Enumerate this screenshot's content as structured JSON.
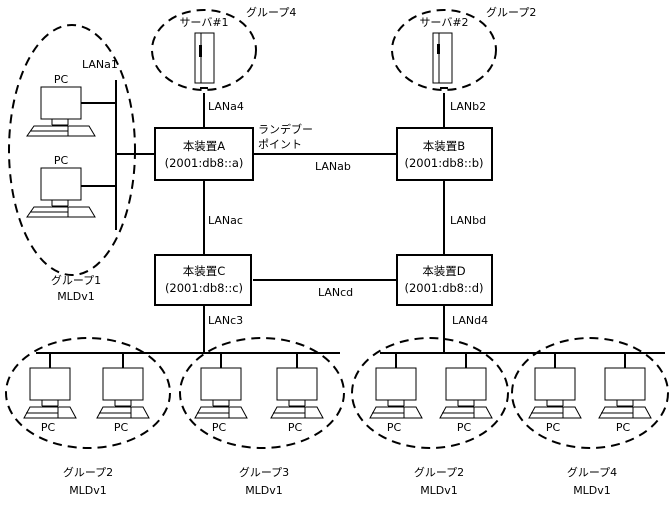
{
  "devices": {
    "A": {
      "name": "本装置A",
      "addr": "(2001:db8::a)"
    },
    "B": {
      "name": "本装置B",
      "addr": "(2001:db8::b)"
    },
    "C": {
      "name": "本装置C",
      "addr": "(2001:db8::c)"
    },
    "D": {
      "name": "本装置D",
      "addr": "(2001:db8::d)"
    }
  },
  "servers": {
    "s1": {
      "name": "サーバ#1",
      "group": "グループ4"
    },
    "s2": {
      "name": "サーバ#2",
      "group": "グループ2"
    }
  },
  "lans": {
    "a1": "LANa1",
    "a4": "LANa4",
    "b2": "LANb2",
    "ab": "LANab",
    "ac": "LANac",
    "bd": "LANbd",
    "cd": "LANcd",
    "c3": "LANc3",
    "d4": "LANd4"
  },
  "rendezvous_point": [
    "ランデブー",
    "ポイント"
  ],
  "pc_label": "PC",
  "groups": {
    "g1": {
      "name": "グループ1",
      "proto": "MLDv1"
    },
    "g2a": {
      "name": "グループ2",
      "proto": "MLDv1"
    },
    "g3": {
      "name": "グループ3",
      "proto": "MLDv1"
    },
    "g2b": {
      "name": "グループ2",
      "proto": "MLDv1"
    },
    "g4": {
      "name": "グループ4",
      "proto": "MLDv1"
    }
  }
}
